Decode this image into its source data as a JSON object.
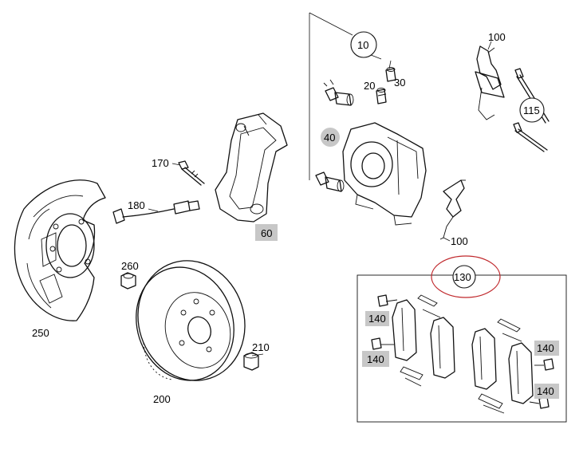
{
  "callouts": {
    "c10": "10",
    "c20": "20",
    "c30": "30",
    "c40": "40",
    "c60": "60",
    "c100_top": "100",
    "c100_clip": "100",
    "c115": "115",
    "c130": "130",
    "c140_a": "140",
    "c140_b": "140",
    "c140_c": "140",
    "c140_d": "140",
    "c170": "170",
    "c180": "180",
    "c200": "200",
    "c210": "210",
    "c250": "250",
    "c260": "260"
  },
  "colors": {
    "line": "#111111",
    "label_highlight": "#c7c7c7",
    "selection_ring": "#c0282c"
  }
}
